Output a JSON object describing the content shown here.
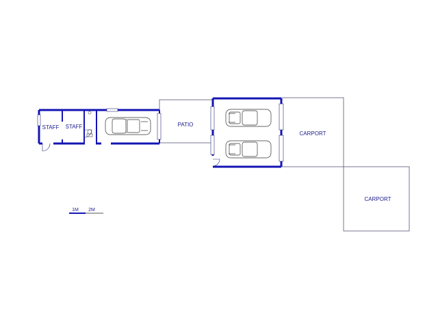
{
  "rooms": {
    "staff_1": "STAFF",
    "staff_2": "STAFF",
    "patio": "PATIO",
    "carport_1": "CARPORT",
    "carport_2": "CARPORT"
  },
  "scale_bar": {
    "label_1": "1M",
    "label_2": "2M"
  },
  "colors": {
    "wall": "#1414b4",
    "outline": "#2a2a7a",
    "line": "#555577",
    "text": "#1a1a8c"
  }
}
